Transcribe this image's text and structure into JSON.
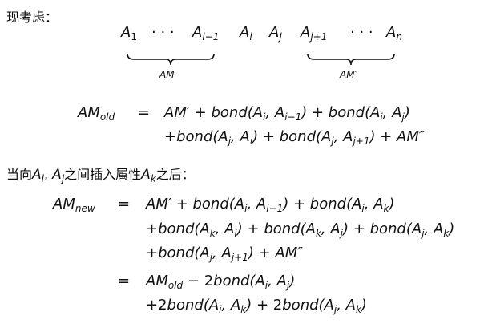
{
  "intro_label": "现考虑：",
  "sequence": {
    "a1": "A",
    "a1_sub": "1",
    "dots1": "· · ·",
    "ai1": "A",
    "ai1_sub": "i−1",
    "ai": "A",
    "ai_sub": "i",
    "aj": "A",
    "aj_sub": "j",
    "aj1": "A",
    "aj1_sub": "j+1",
    "dots2": "· · ·",
    "an": "A",
    "an_sub": "n",
    "brace_left_label": "AM′",
    "brace_right_label": "AM″"
  },
  "am_old": {
    "lhs": "AM",
    "lhs_sub": "old",
    "eq": "=",
    "line1": "AM′ + bond(A",
    "line1_rest": "",
    "line2": ""
  },
  "insert_label": "当向A",
  "insert_label_parts": [
    "当向",
    "A",
    "i",
    ", ",
    "A",
    "j",
    "之间插入属性",
    "A",
    "k",
    "之后："
  ],
  "am_new": {
    "lhs": "AM",
    "lhs_sub": "new",
    "eq1": "=",
    "eq2": "="
  }
}
